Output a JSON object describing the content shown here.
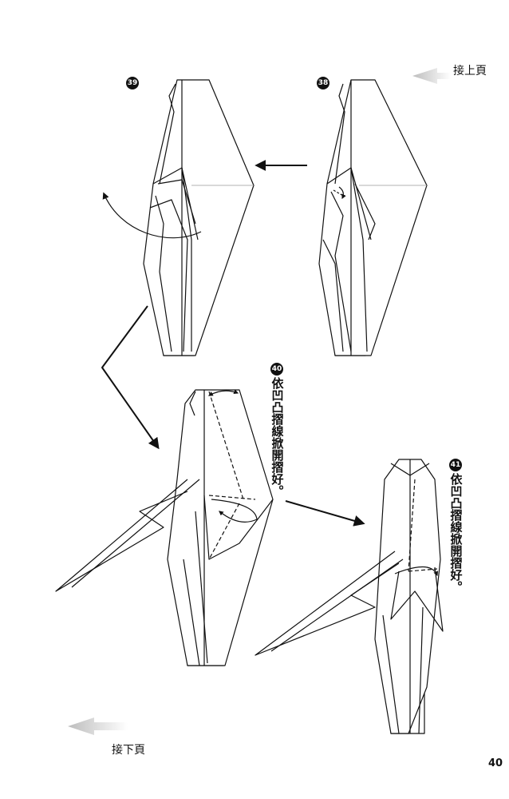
{
  "nav": {
    "continue_from_prev": "接上頁",
    "continue_to_next": "接下頁"
  },
  "steps": {
    "s38": {
      "number": "38"
    },
    "s39": {
      "number": "39"
    },
    "s40": {
      "number": "40",
      "text": "依凹凸摺線掀開摺好。"
    },
    "s41": {
      "number": "41",
      "text": "依凹凸摺線掀開摺好。"
    }
  },
  "page_number": "40",
  "colors": {
    "line": "#111111",
    "arrow_gray": "#c8c8c8",
    "background": "#ffffff"
  }
}
